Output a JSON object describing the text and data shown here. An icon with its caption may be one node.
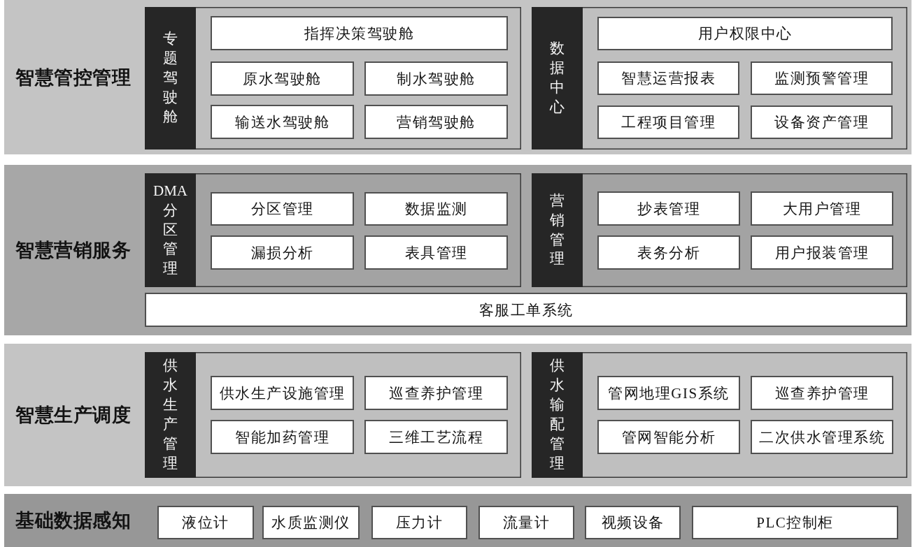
{
  "diagram": {
    "nodes": [
      {
        "text": [
          "智慧管控管理"
        ]
      },
      {
        "text": [
          "专题驾驶舱"
        ],
        "in": 0
      },
      {
        "text": [
          "指挥决策驾驶舱"
        ],
        "in": 1
      },
      {
        "text": [
          "原水驾驶舱"
        ],
        "in": 1
      },
      {
        "text": [
          "制水驾驶舱"
        ],
        "in": 1
      },
      {
        "text": [
          "输送水驾驶舱"
        ],
        "in": 1
      },
      {
        "text": [
          "营销驾驶舱"
        ],
        "in": 1
      },
      {
        "text": [
          "数据中心"
        ],
        "in": 0
      },
      {
        "text": [
          "用户权限中心"
        ],
        "in": 7
      },
      {
        "text": [
          "智慧运营报表"
        ],
        "in": 7
      },
      {
        "text": [
          "监测预警管理"
        ],
        "in": 7
      },
      {
        "text": [
          "工程项目管理"
        ],
        "in": 7
      },
      {
        "text": [
          "设备资产管理"
        ],
        "in": 7
      },
      {
        "text": [
          "智慧营销服务"
        ]
      },
      {
        "text": [
          "DMA分区管理"
        ],
        "in": 13
      },
      {
        "text": [
          "分区管理"
        ],
        "in": 14
      },
      {
        "text": [
          "数据监测"
        ],
        "in": 14
      },
      {
        "text": [
          "漏损分析"
        ],
        "in": 14
      },
      {
        "text": [
          "表具管理"
        ],
        "in": 14
      },
      {
        "text": [
          "营销管理"
        ],
        "in": 13
      },
      {
        "text": [
          "抄表管理"
        ],
        "in": 19
      },
      {
        "text": [
          "大用户管理"
        ],
        "in": 19
      },
      {
        "text": [
          "表务分析"
        ],
        "in": 19
      },
      {
        "text": [
          "用户报装管理"
        ],
        "in": 19
      },
      {
        "text": [
          "客服工单系统"
        ],
        "in": 13
      },
      {
        "text": [
          "智慧生产调度"
        ]
      },
      {
        "text": [
          "供水生产管理"
        ],
        "in": 25
      },
      {
        "text": [
          "供水生产设施管理"
        ],
        "in": 26
      },
      {
        "text": [
          "巡查养护管理"
        ],
        "in": 26
      },
      {
        "text": [
          "智能加药管理"
        ],
        "in": 26
      },
      {
        "text": [
          "三维工艺流程"
        ],
        "in": 26
      },
      {
        "text": [
          "供水输配管理"
        ],
        "in": 25
      },
      {
        "text": [
          "管网地理GIS系统"
        ],
        "in": 31
      },
      {
        "text": [
          "巡查养护管理"
        ],
        "in": 31
      },
      {
        "text": [
          "管网智能分析"
        ],
        "in": 31
      },
      {
        "text": [
          "二次供水管理系统"
        ],
        "in": 31
      },
      {
        "text": [
          "基础数据感知"
        ]
      },
      {
        "text": [
          "液位计"
        ],
        "in": 36
      },
      {
        "text": [
          "水质监测仪"
        ],
        "in": 36
      },
      {
        "text": [
          "压力计"
        ],
        "in": 36
      },
      {
        "text": [
          "流量计"
        ],
        "in": 36
      },
      {
        "text": [
          "视频设备"
        ],
        "in": 36
      },
      {
        "text": [
          "PLC控制柜"
        ],
        "in": 36
      }
    ]
  }
}
